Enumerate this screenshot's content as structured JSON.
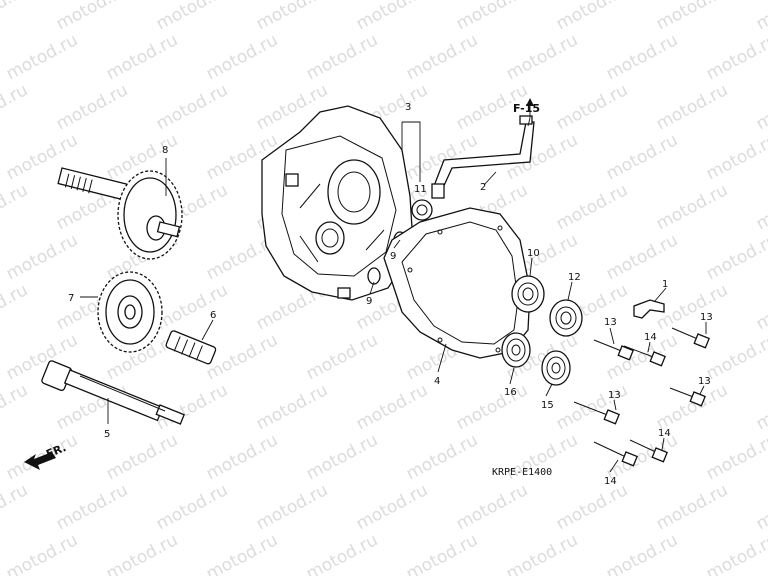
{
  "watermark": "motod.ru",
  "reference": {
    "label": "F-15"
  },
  "direction": {
    "label": "FR."
  },
  "diagram_code": "KRPE-E1400",
  "callouts": {
    "c1": "1",
    "c2": "2",
    "c3": "3",
    "c4": "4",
    "c5": "5",
    "c6": "6",
    "c7": "7",
    "c8": "8",
    "c9a": "9",
    "c9b": "9",
    "c10": "10",
    "c11": "11",
    "c12": "12",
    "c13a": "13",
    "c13b": "13",
    "c13c": "13",
    "c13d": "13",
    "c14a": "14",
    "c14b": "14",
    "c14c": "14",
    "c15": "15",
    "c16": "16"
  }
}
